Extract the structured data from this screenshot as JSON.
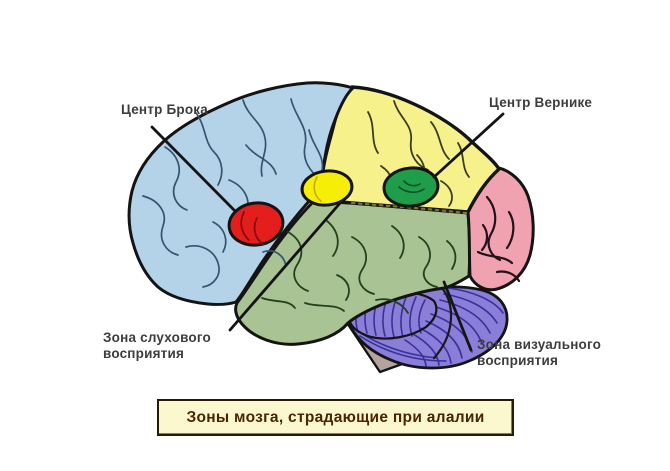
{
  "diagram": {
    "caption": "Зоны мозга, страдающие при алалии",
    "labels": {
      "broca": "Центр Брока",
      "wernicke": "Центр Вернике",
      "auditory": [
        "Зона слухового",
        "восприятия"
      ],
      "visual": [
        "Зона визуального",
        "восприятия"
      ]
    },
    "colors": {
      "frontal": "#b4d3e9",
      "frontal_sulci": "#31566e",
      "parietal": "#f6f18a",
      "parietal_sulci": "#3c3c20",
      "temporal": "#aac394",
      "temporal_sulci": "#24411c",
      "occipital": "#f0a2b1",
      "occipital_sulci": "#23121a",
      "cerebellum": "#8b7ed8",
      "cerebellum_lines": "#39309a",
      "brainstem": "#b5a49e",
      "spot_broca": "#e41d1d",
      "spot_broca_crease": "#8a0808",
      "spot_auditory": "#f6ee06",
      "spot_auditory_crease": "#c2ae00",
      "spot_wernicke": "#1e9e4a",
      "spot_wernicke_crease": "#0b4f23",
      "outline": "#141414",
      "pointer": "#141414",
      "dotted_boundary": "#77772d"
    }
  }
}
